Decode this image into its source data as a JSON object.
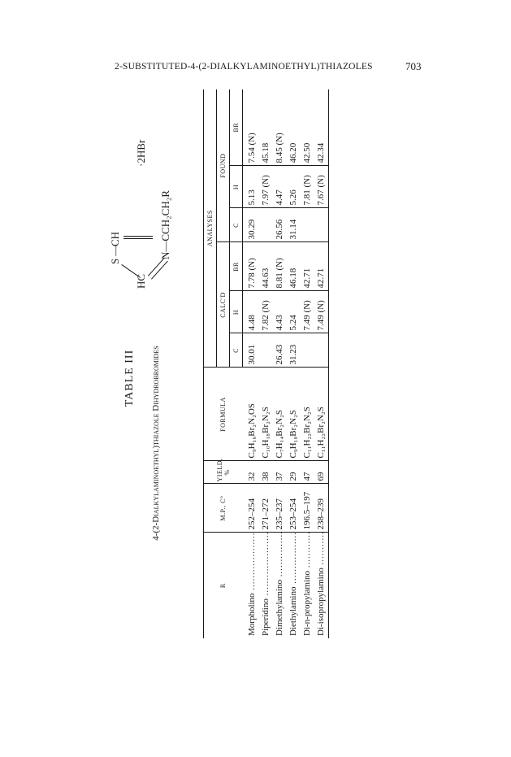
{
  "running_head": "2-substituted-4-(2-dialkylaminoethyl)thiazoles",
  "page_number": "703",
  "table_title": "TABLE III",
  "table_subtitle": "4-(2-Dialkylaminoethyl)thiazole Dihydrobromides",
  "structure": {
    "s": "S",
    "ch": "CH",
    "hc": "HC",
    "n_chain": "N—CCH₂CH₂R",
    "salt": "·2HBr"
  },
  "headers": {
    "r": "R",
    "mp": "M.P., C°",
    "yield": "Yield, %",
    "formula": "Formula",
    "analyses": "Analyses",
    "calcd": "Calc'd",
    "found": "Found",
    "c": "C",
    "h": "H",
    "br": "Br"
  },
  "rows": [
    {
      "r": "Morpholino",
      "mp": "252–254",
      "yield": "32",
      "formula": "C₉H₁₆Br₂N₂OS",
      "calc_c": "30.01",
      "calc_h": "4.48",
      "calc_br": "7.78 (N)",
      "found_c": "30.29",
      "found_h": "5.13",
      "found_br": "7.54 (N)"
    },
    {
      "r": "Piperidino",
      "mp": "271–272",
      "yield": "38",
      "formula": "C₁₀H₁₈Br₂N₂S",
      "calc_c": "",
      "calc_h": "7.82 (N)",
      "calc_br": "44.63",
      "found_c": "",
      "found_h": "7.97 (N)",
      "found_br": "45.18"
    },
    {
      "r": "Dimethylamino",
      "mp": "235–237",
      "yield": "37",
      "formula": "C₇H₁₄Br₂N₂S",
      "calc_c": "26.43",
      "calc_h": "4.43",
      "calc_br": "8.81 (N)",
      "found_c": "26.56",
      "found_h": "4.47",
      "found_br": "8.45 (N)"
    },
    {
      "r": "Diethylamino",
      "mp": "253–254",
      "yield": "29",
      "formula": "C₉H₁₈Br₂N₂S",
      "calc_c": "31.23",
      "calc_h": "5.24",
      "calc_br": "46.18",
      "found_c": "31.14",
      "found_h": "5.26",
      "found_br": "46.20"
    },
    {
      "r": "Di-n-propylamino",
      "mp": "196.5–197",
      "yield": "47",
      "formula": "C₁₁H₂₂Br₂N₂S",
      "calc_c": "",
      "calc_h": "7.49 (N)",
      "calc_br": "42.71",
      "found_c": "",
      "found_h": "7.81 (N)",
      "found_br": "42.50"
    },
    {
      "r": "Di-isopropylamino",
      "mp": "238–239",
      "yield": "69",
      "formula": "C₁₁H₂₂Br₂N₂S",
      "calc_c": "",
      "calc_h": "7.49 (N)",
      "calc_br": "42.71",
      "found_c": "",
      "found_h": "7.67 (N)",
      "found_br": "42.34"
    }
  ]
}
